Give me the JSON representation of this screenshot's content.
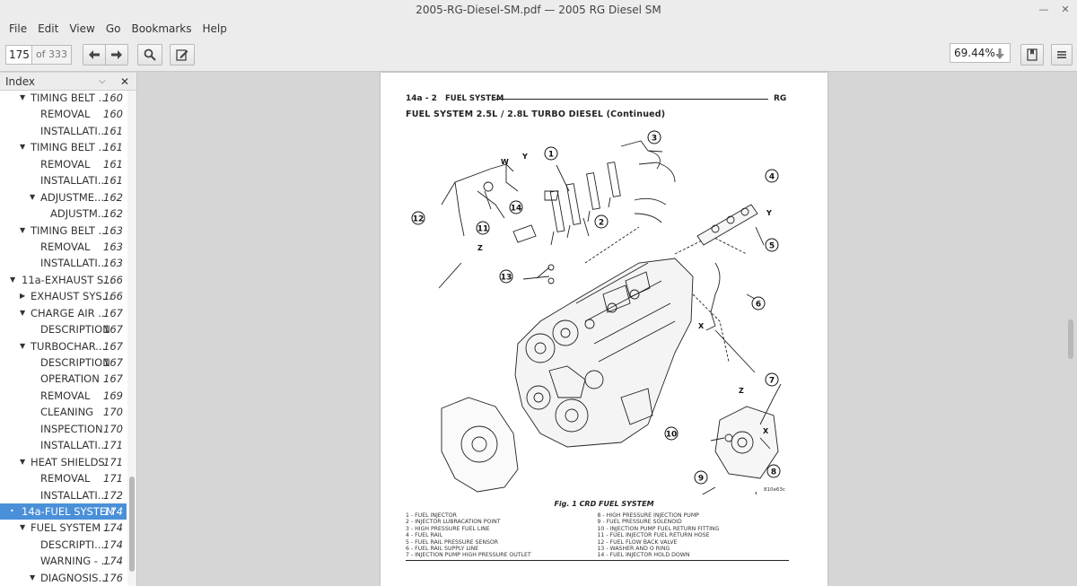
{
  "window": {
    "title": "2005-RG-Diesel-SM.pdf — 2005 RG Diesel SM"
  },
  "menu": [
    "File",
    "Edit",
    "View",
    "Go",
    "Bookmarks",
    "Help"
  ],
  "toolbar": {
    "page_number": "175",
    "page_total": "of 333",
    "zoom": "69.44%"
  },
  "sidebar": {
    "title": "Index",
    "items": [
      {
        "label": "TIMING BELT ...",
        "page": "160",
        "level": 2,
        "expander": "expanded"
      },
      {
        "label": "REMOVAL",
        "page": "160",
        "level": 3,
        "expander": "none"
      },
      {
        "label": "INSTALLATI...",
        "page": "161",
        "level": 3,
        "expander": "none"
      },
      {
        "label": "TIMING BELT ...",
        "page": "161",
        "level": 2,
        "expander": "expanded"
      },
      {
        "label": "REMOVAL",
        "page": "161",
        "level": 3,
        "expander": "none"
      },
      {
        "label": "INSTALLATI...",
        "page": "161",
        "level": 3,
        "expander": "none"
      },
      {
        "label": "ADJUSTME...",
        "page": "162",
        "level": 3,
        "expander": "expanded"
      },
      {
        "label": "ADJUSTM...",
        "page": "162",
        "level": 4,
        "expander": "none"
      },
      {
        "label": "TIMING BELT ...",
        "page": "163",
        "level": 2,
        "expander": "expanded"
      },
      {
        "label": "REMOVAL",
        "page": "163",
        "level": 3,
        "expander": "none"
      },
      {
        "label": "INSTALLATI...",
        "page": "163",
        "level": 3,
        "expander": "none"
      },
      {
        "label": "11a-EXHAUST S...",
        "page": "166",
        "level": 1,
        "expander": "expanded"
      },
      {
        "label": "EXHAUST SYS...",
        "page": "166",
        "level": 2,
        "expander": "collapsed"
      },
      {
        "label": "CHARGE AIR ...",
        "page": "167",
        "level": 2,
        "expander": "expanded"
      },
      {
        "label": "DESCRIPTION",
        "page": "167",
        "level": 3,
        "expander": "none"
      },
      {
        "label": "TURBOCHAR...",
        "page": "167",
        "level": 2,
        "expander": "expanded"
      },
      {
        "label": "DESCRIPTION",
        "page": "167",
        "level": 3,
        "expander": "none"
      },
      {
        "label": "OPERATION",
        "page": "167",
        "level": 3,
        "expander": "none"
      },
      {
        "label": "REMOVAL",
        "page": "169",
        "level": 3,
        "expander": "none"
      },
      {
        "label": "CLEANING",
        "page": "170",
        "level": 3,
        "expander": "none"
      },
      {
        "label": "INSPECTION",
        "page": "170",
        "level": 3,
        "expander": "none"
      },
      {
        "label": "INSTALLATI...",
        "page": "171",
        "level": 3,
        "expander": "none"
      },
      {
        "label": "HEAT SHIELDS",
        "page": "171",
        "level": 2,
        "expander": "expanded"
      },
      {
        "label": "REMOVAL",
        "page": "171",
        "level": 3,
        "expander": "none"
      },
      {
        "label": "INSTALLATI...",
        "page": "172",
        "level": 3,
        "expander": "none"
      },
      {
        "label": "14a-FUEL SYSTEM",
        "page": "174",
        "level": 1,
        "expander": "dot",
        "selected": true
      },
      {
        "label": "FUEL SYSTEM ...",
        "page": "174",
        "level": 2,
        "expander": "expanded"
      },
      {
        "label": "DESCRIPTI...",
        "page": "174",
        "level": 3,
        "expander": "none"
      },
      {
        "label": "WARNING - ...",
        "page": "174",
        "level": 3,
        "expander": "none"
      },
      {
        "label": "DIAGNOSIS...",
        "page": "176",
        "level": 3,
        "expander": "expanded"
      }
    ]
  },
  "document": {
    "header_left": "14a - 2",
    "header_mid": "FUEL SYSTEM",
    "header_right": "RG",
    "subtitle": "FUEL SYSTEM 2.5L / 2.8L TURBO DIESEL (Continued)",
    "figure_code": "810e63c",
    "figure_caption": "Fig. 1 CRD FUEL SYSTEM",
    "callouts": [
      "1",
      "2",
      "3",
      "4",
      "5",
      "6",
      "7",
      "8",
      "9",
      "10",
      "11",
      "12",
      "13",
      "14"
    ],
    "axis_labels": [
      "W",
      "Y",
      "Z",
      "Y",
      "X",
      "Z",
      "X"
    ],
    "legend_left": [
      "1 - FUEL INJECTOR",
      "2 - INJECTOR LUBRACATION POINT",
      "3 - HIGH PRESSURE FUEL LINE",
      "4 - FUEL RAIL",
      "5 - FUEL RAIL PRESSURE SENSOR",
      "6 - FUEL RAIL SUPPLY LINE",
      "7 - INJECTION PUMP HIGH PRESSURE OUTLET"
    ],
    "legend_right": [
      "8 - HIGH PRESSURE INJECTION PUMP",
      "9 - FUEL PRESSURE SOLENOID",
      "10 - INJECTION PUMP FUEL RETURN FITTING",
      "11 - FUEL INJECTOR FUEL RETURN HOSE",
      "12 - FUEL FLOW BACK VALVE",
      "13 - WASHER AND O RING",
      "14 - FUEL INJECTOR HOLD DOWN"
    ]
  }
}
